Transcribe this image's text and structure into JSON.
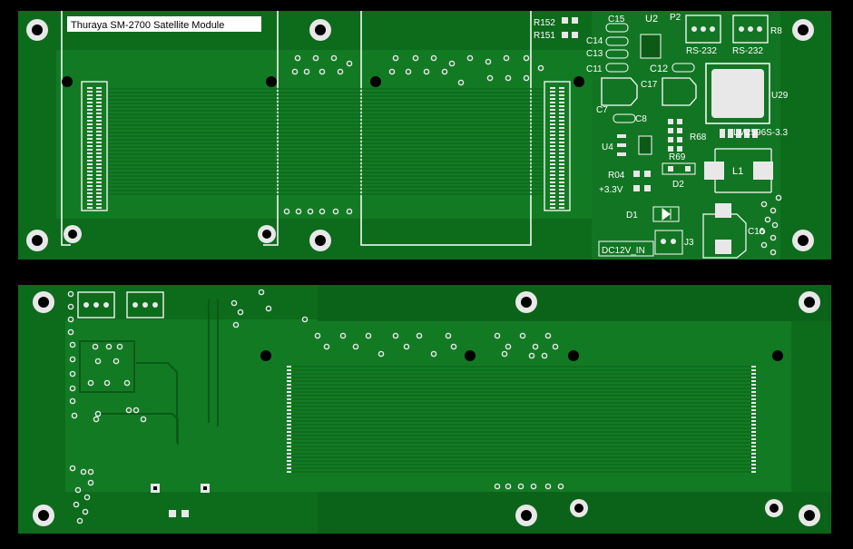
{
  "colors": {
    "background": "#000000",
    "board": "#0d6b1c",
    "copper_pour": "#1a8a2c",
    "trace": "#0a5a16",
    "silkscreen": "#ffffff",
    "pad": "#e8e8e8",
    "hole": "#000000"
  },
  "top_board": {
    "title": "Thuraya SM-2700 Satellite Module",
    "labels": {
      "r152": "R152",
      "r151": "R151",
      "c15": "C15",
      "c14": "C14",
      "c13": "C13",
      "c11": "C11",
      "u2": "U2",
      "p2": "P2",
      "r8": "R8",
      "rs232_1": "RS-232",
      "rs232_2": "RS-232",
      "c12": "C12",
      "c17": "C17",
      "c7": "C7",
      "c8": "C8",
      "u29": "U29",
      "r68": "R68",
      "lm2596": "LM2596S-3.3",
      "u4": "U4",
      "r69": "R69",
      "l1": "L1",
      "r04": "R04",
      "d2": "D2",
      "v33": "+3.3V",
      "d1": "D1",
      "c16": "C16",
      "j3": "J3",
      "dc12v": "DC12V_IN"
    }
  },
  "bottom_board": {}
}
